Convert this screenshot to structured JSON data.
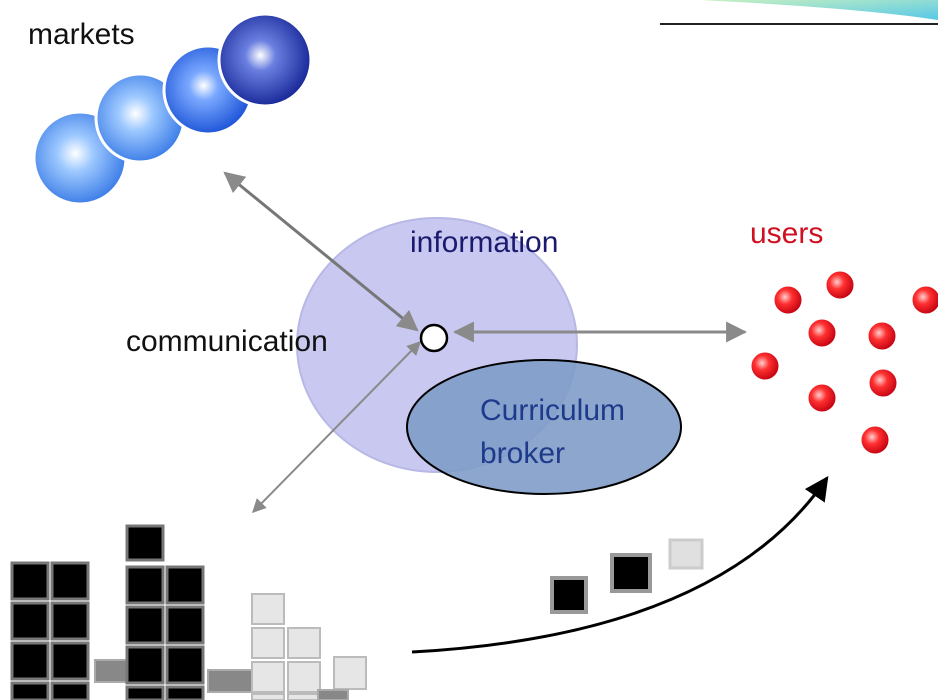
{
  "labels": {
    "markets": "markets",
    "information": "information",
    "users": "users",
    "communication": "communication",
    "broker_line1": "Curriculum",
    "broker_line2": "broker"
  },
  "colors": {
    "info_circle": "#c8c8f0",
    "broker_fill": "#7f9cc9",
    "users_red": "#e0101a",
    "text_dark": "#111111",
    "text_navy": "#1a1a6e",
    "text_red": "#d01020",
    "arrow_gray": "#8a8a8a",
    "text_broker": "#1e3a8a"
  },
  "icons": {
    "markets": "blue-sphere-chain-icon",
    "users": "red-dots-cluster-icon",
    "data": "cube-stack-icon",
    "hub": "hub-node-icon"
  }
}
